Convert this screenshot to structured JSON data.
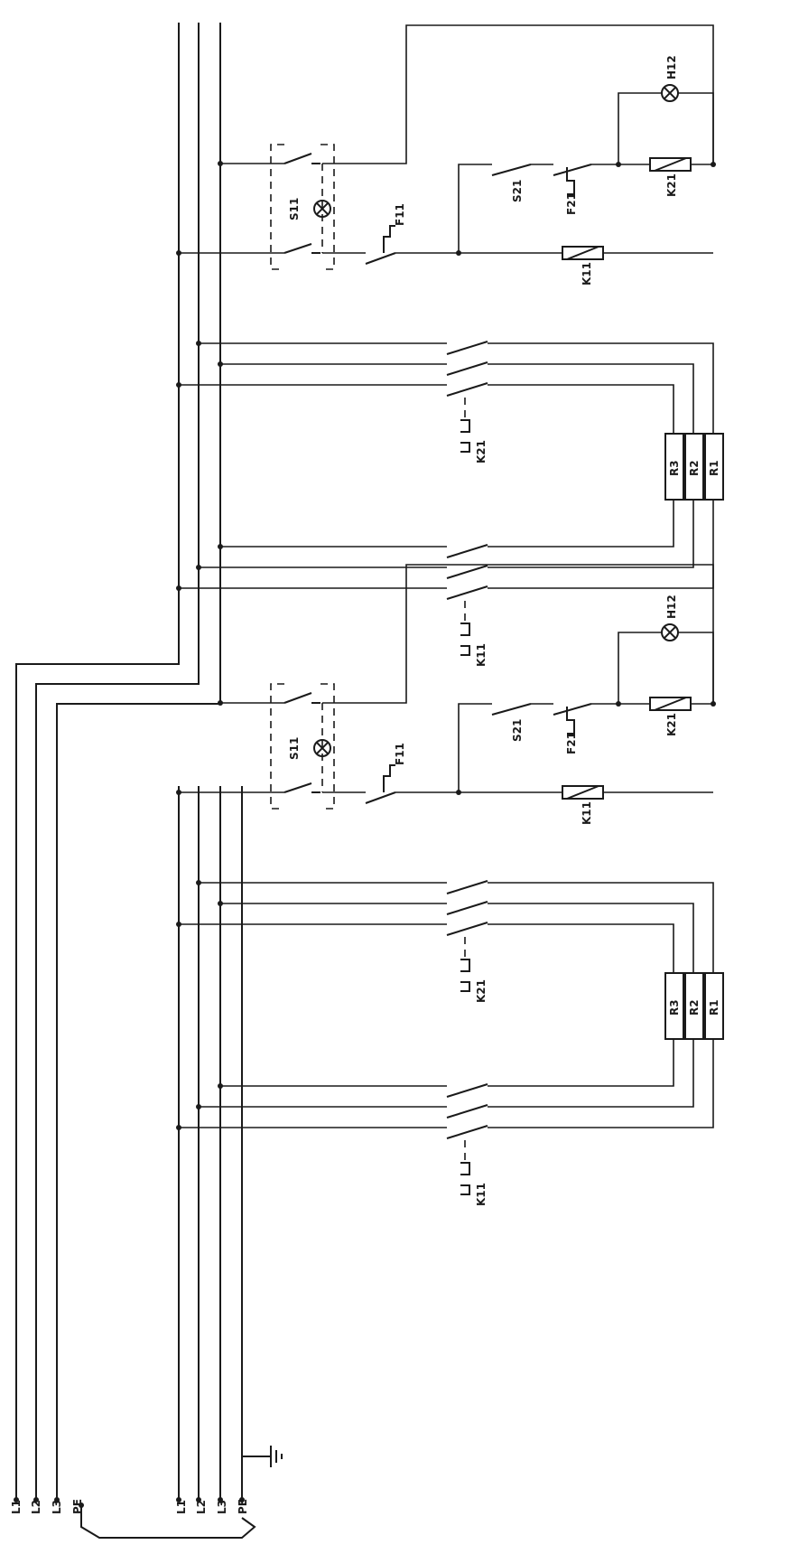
{
  "supply_terminals": {
    "top": [
      "L1",
      "L2",
      "L3",
      "PE"
    ],
    "bottom": [
      "L1",
      "L2",
      "L3",
      "PE"
    ]
  },
  "circuits": [
    {
      "contactor_1": "K11",
      "contactor_2": "K21",
      "resistors": [
        "R3",
        "R2",
        "R1"
      ],
      "switch": "S11",
      "fuse_1": "F11",
      "switch_2": "S21",
      "fuse_2": "F21",
      "coil_1": "K11",
      "coil_2": "K21",
      "lamp": "H12"
    },
    {
      "contactor_1": "K11",
      "contactor_2": "K21",
      "resistors": [
        "R3",
        "R2",
        "R1"
      ],
      "switch": "S11",
      "fuse_1": "F11",
      "switch_2": "S21",
      "fuse_2": "F21",
      "coil_1": "K11",
      "coil_2": "K21",
      "lamp": "H12"
    }
  ]
}
